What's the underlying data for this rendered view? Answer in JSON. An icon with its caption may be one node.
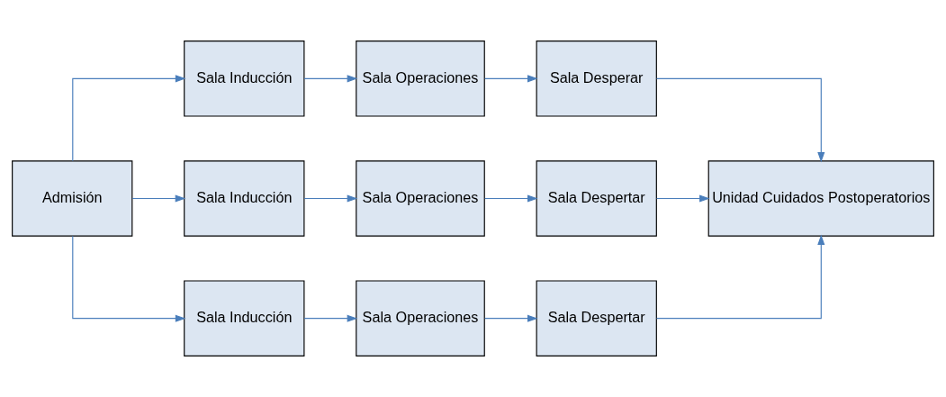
{
  "diagram": {
    "nodes": [
      {
        "text": [
          "Admisión"
        ]
      },
      {
        "text": [
          "Sala Inducción"
        ]
      },
      {
        "text": [
          "Sala Operaciones"
        ]
      },
      {
        "text": [
          "Sala Desperar"
        ]
      },
      {
        "text": [
          "Sala Inducción"
        ]
      },
      {
        "text": [
          "Sala Operaciones"
        ]
      },
      {
        "text": [
          "Sala Despertar"
        ]
      },
      {
        "text": [
          "Sala Inducción"
        ]
      },
      {
        "text": [
          "Sala Operaciones"
        ]
      },
      {
        "text": [
          "Sala Despertar"
        ]
      },
      {
        "text": [
          "Unidad Cuidados Postoperatorios"
        ]
      }
    ],
    "edges": [
      {
        "from": 0,
        "to": 1,
        "arrow": "to"
      },
      {
        "from": 0,
        "to": 4,
        "arrow": "to"
      },
      {
        "from": 0,
        "to": 7,
        "arrow": "to"
      },
      {
        "from": 1,
        "to": 2,
        "arrow": "to"
      },
      {
        "from": 2,
        "to": 3,
        "arrow": "to"
      },
      {
        "from": 4,
        "to": 5,
        "arrow": "to"
      },
      {
        "from": 5,
        "to": 6,
        "arrow": "to"
      },
      {
        "from": 7,
        "to": 8,
        "arrow": "to"
      },
      {
        "from": 8,
        "to": 9,
        "arrow": "to"
      },
      {
        "from": 3,
        "to": 10,
        "arrow": "to"
      },
      {
        "from": 6,
        "to": 10,
        "arrow": "to"
      },
      {
        "from": 9,
        "to": 10,
        "arrow": "to"
      }
    ]
  }
}
